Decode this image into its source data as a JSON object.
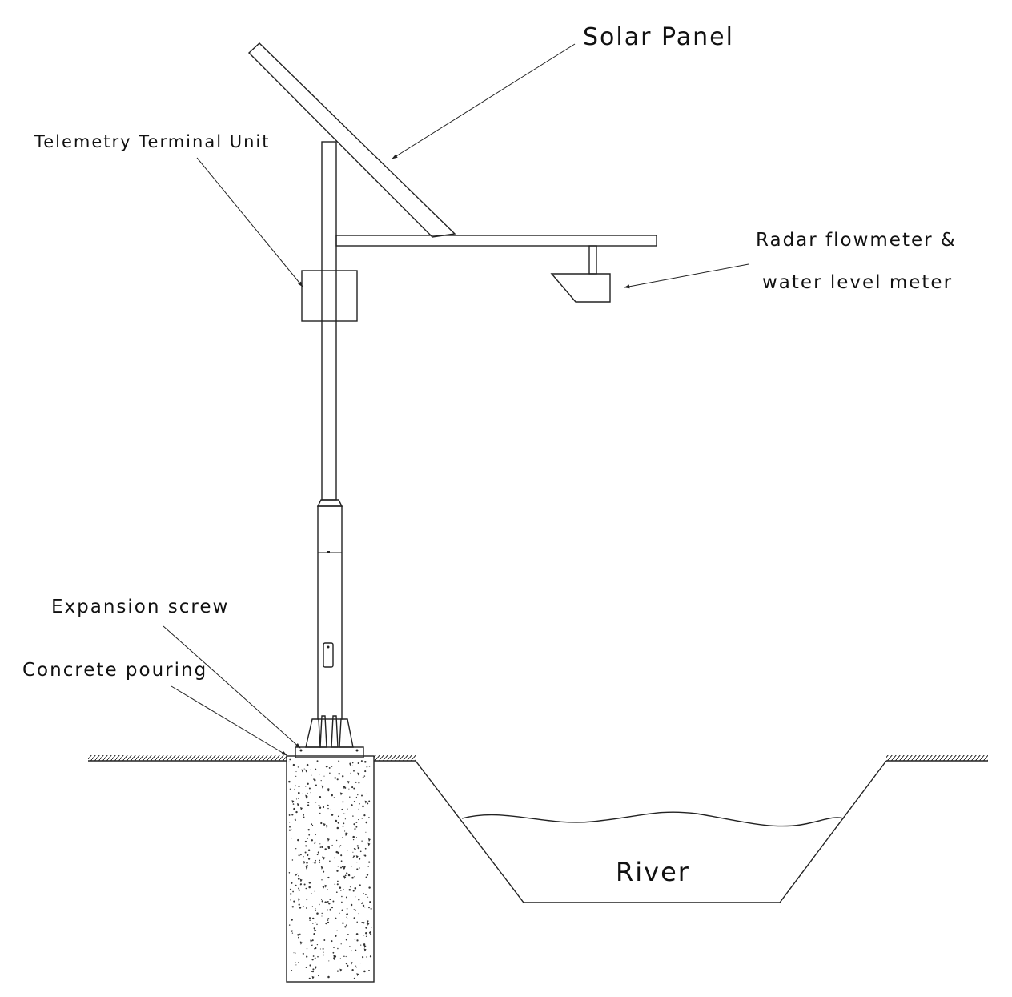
{
  "labels": {
    "solar_panel": "Solar Panel",
    "telemetry_terminal_unit": "Telemetry Terminal Unit",
    "radar_line1": "Radar flowmeter &",
    "radar_line2": "water level meter",
    "expansion_screw": "Expansion screw",
    "concrete_pouring": "Concrete pouring",
    "river": "River"
  },
  "colors": {
    "line": "#222222",
    "text": "#111111",
    "background": "#ffffff"
  }
}
